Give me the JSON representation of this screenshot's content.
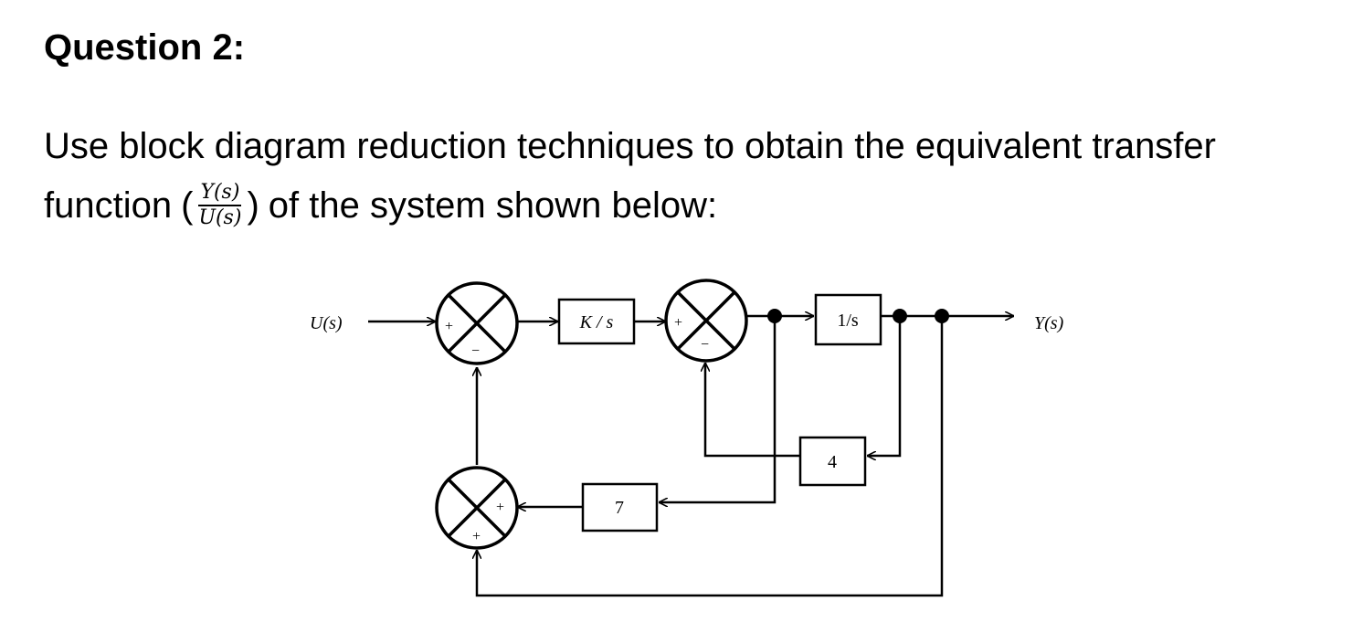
{
  "question": {
    "title": "Question 2:",
    "line1": "Use block diagram reduction techniques to obtain the equivalent transfer",
    "line2_prefix": "function",
    "open_paren": "(",
    "frac_num": "Y(s)",
    "frac_den": "U(s)",
    "line2_suffix": "of the system shown below:",
    "close_paren": ")"
  },
  "diagram": {
    "input_label": "U(s)",
    "output_label": "Y(s)",
    "blocks": {
      "integrator_k": "K / s",
      "integrator": "1/s",
      "gain_4": "4",
      "gain_7": "7"
    },
    "signs": {
      "sum1_left": "+",
      "sum1_bottom": "−",
      "sum2_left": "+",
      "sum2_bottom": "−",
      "sum3_right": "+",
      "sum3_bottom": "+"
    }
  }
}
